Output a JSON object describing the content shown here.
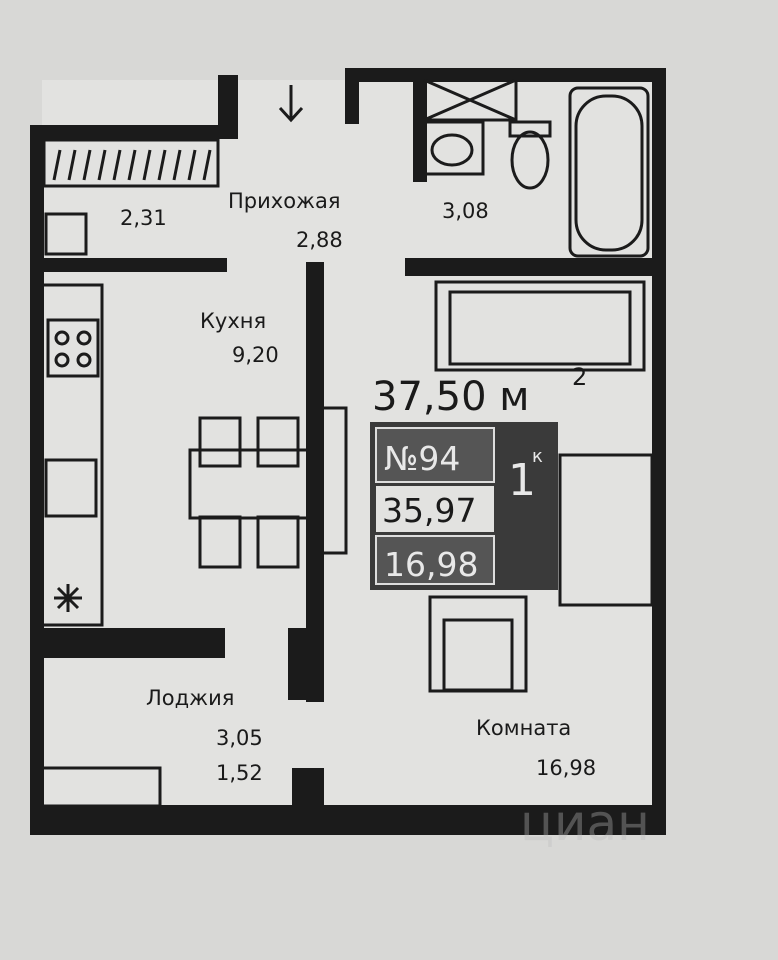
{
  "plan": {
    "rooms": [
      {
        "name": "",
        "area": "2,31"
      },
      {
        "name": "Прихожая",
        "area": "2,88"
      },
      {
        "name": "",
        "area": "3,08"
      },
      {
        "name": "Кухня",
        "area": "9,20"
      },
      {
        "name": "Лоджия",
        "area": "3,05",
        "area2": "1,52"
      },
      {
        "name": "Комната",
        "area": "16,98"
      }
    ],
    "total_area": "37,50 м",
    "total_area_sup": "2",
    "apartment_number": "№94",
    "living_total": "35,97",
    "living_area": "16,98",
    "rooms_count": "1",
    "rooms_count_sup": "к",
    "watermark": "циан"
  },
  "colors": {
    "wall": "#1b1b1b",
    "paper": "#dcdcda",
    "badge": "#3a3a3a"
  }
}
